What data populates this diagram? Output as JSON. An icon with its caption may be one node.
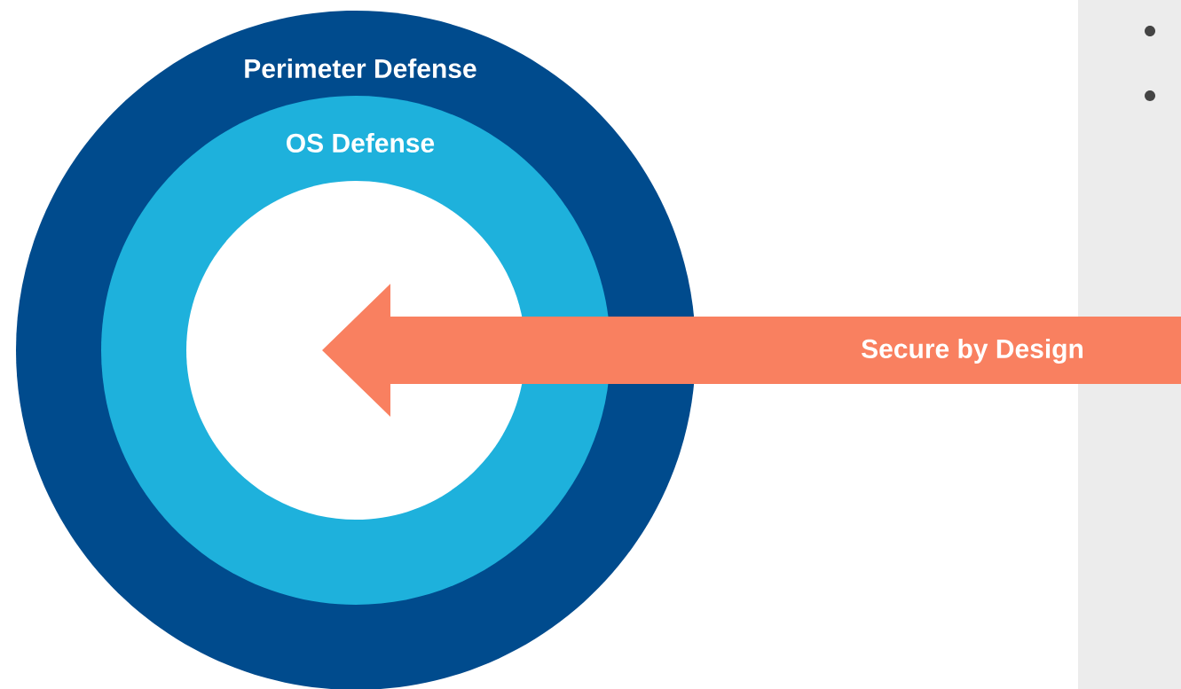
{
  "diagram": {
    "nodes": [
      {
        "text": [
          "Perimeter Defense"
        ]
      },
      {
        "text": [
          "OS Defense"
        ],
        "in": 0
      },
      {
        "text": [],
        "shape": "circle",
        "in": 1
      },
      {
        "text": [
          "Secure by Design"
        ]
      }
    ]
  }
}
